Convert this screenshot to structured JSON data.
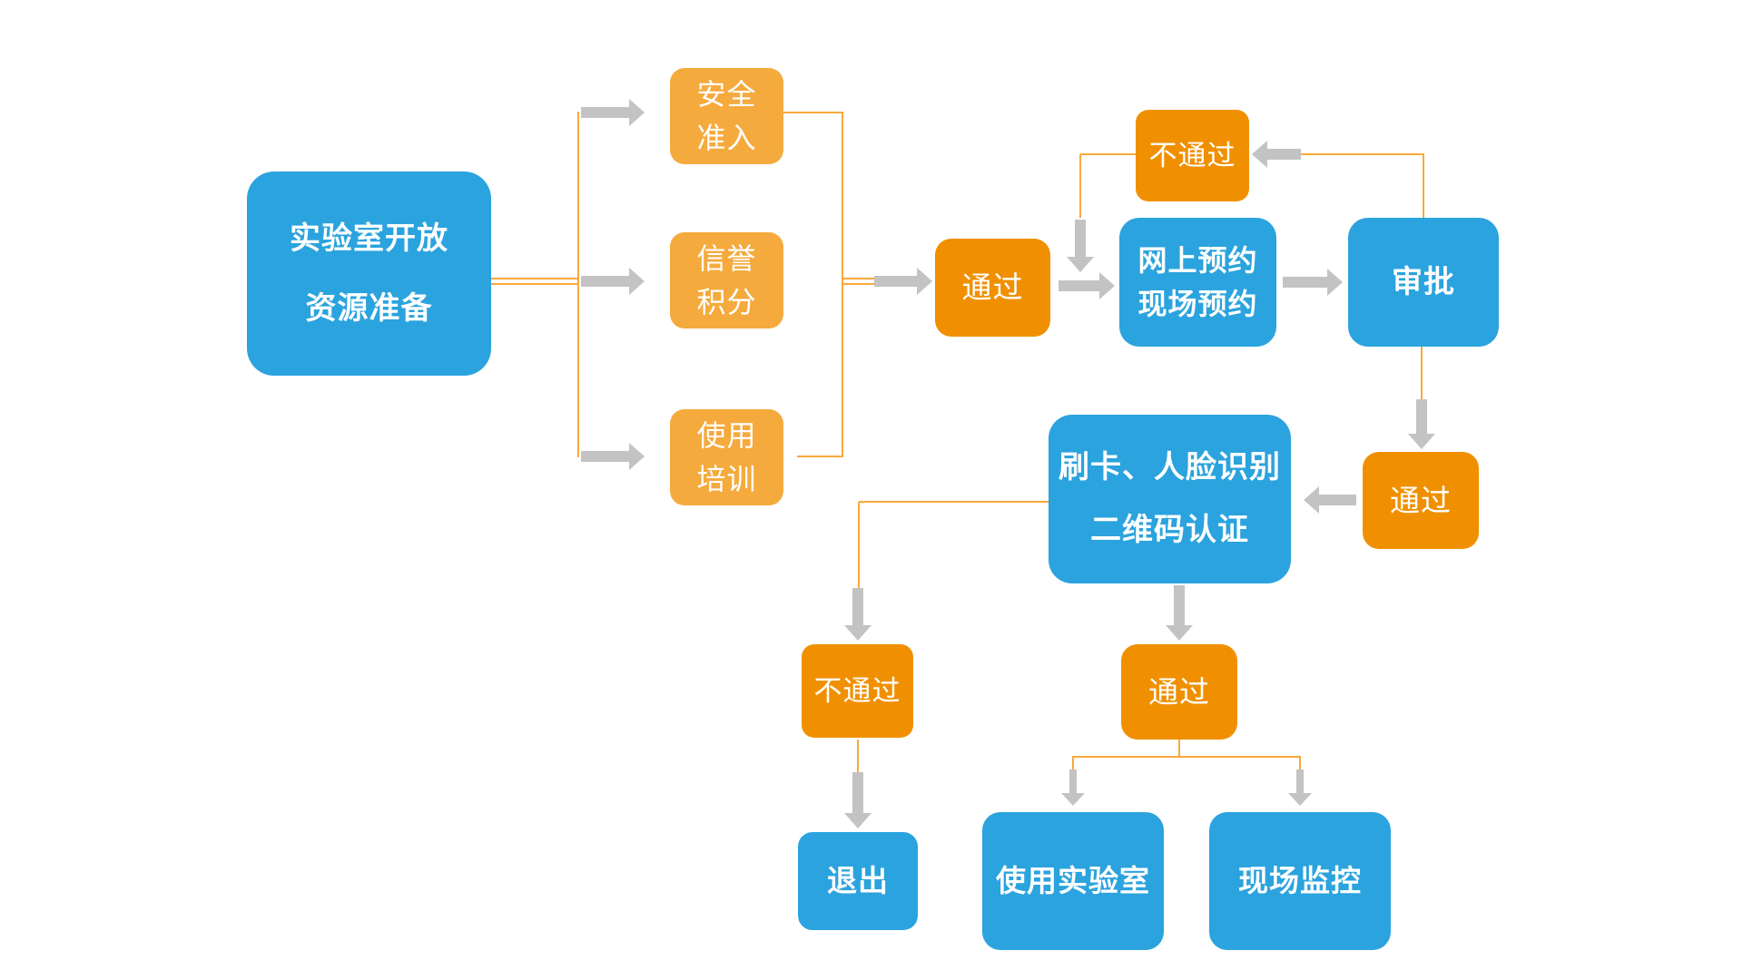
{
  "diagram": {
    "type": "flowchart",
    "language": "zh-CN",
    "background": "#ffffff"
  },
  "colors": {
    "process_blue": "#2BA3DE",
    "prep_orange": "#F5AA3D",
    "status_orange": "#F09000",
    "connector_orange": "#F9A93C",
    "arrow_gray": "#C3C3C3",
    "text": "#ffffff"
  },
  "nodes": {
    "prepare": {
      "lines": [
        "实验室开放",
        "资源准备"
      ]
    },
    "safety": {
      "lines": [
        "安全",
        "准入"
      ]
    },
    "credit": {
      "lines": [
        "信誉",
        "积分"
      ]
    },
    "training": {
      "lines": [
        "使用",
        "培训"
      ]
    },
    "pass1": {
      "label": "通过"
    },
    "fail1": {
      "label": "不通过"
    },
    "booking": {
      "lines": [
        "网上预约",
        "现场预约"
      ]
    },
    "approve": {
      "label": "审批"
    },
    "pass2": {
      "label": "通过"
    },
    "auth": {
      "lines": [
        "刷卡、人脸识别",
        "二维码认证"
      ]
    },
    "fail2": {
      "label": "不通过"
    },
    "exit": {
      "label": "退出"
    },
    "pass3": {
      "label": "通过"
    },
    "use_lab": {
      "label": "使用实验室"
    },
    "monitor": {
      "label": "现场监控"
    }
  },
  "edges": [
    {
      "from": "prepare",
      "to": "safety"
    },
    {
      "from": "prepare",
      "to": "credit"
    },
    {
      "from": "prepare",
      "to": "training"
    },
    {
      "from": "safety",
      "to": "pass1"
    },
    {
      "from": "training",
      "to": "pass1"
    },
    {
      "from": "pass1",
      "to": "booking"
    },
    {
      "from": "booking",
      "to": "approve"
    },
    {
      "from": "approve",
      "to": "fail1"
    },
    {
      "from": "fail1",
      "to": "booking"
    },
    {
      "from": "approve",
      "to": "pass2"
    },
    {
      "from": "pass2",
      "to": "auth"
    },
    {
      "from": "auth",
      "to": "fail2"
    },
    {
      "from": "fail2",
      "to": "exit"
    },
    {
      "from": "auth",
      "to": "pass3"
    },
    {
      "from": "pass3",
      "to": "use_lab"
    },
    {
      "from": "pass3",
      "to": "monitor"
    }
  ]
}
